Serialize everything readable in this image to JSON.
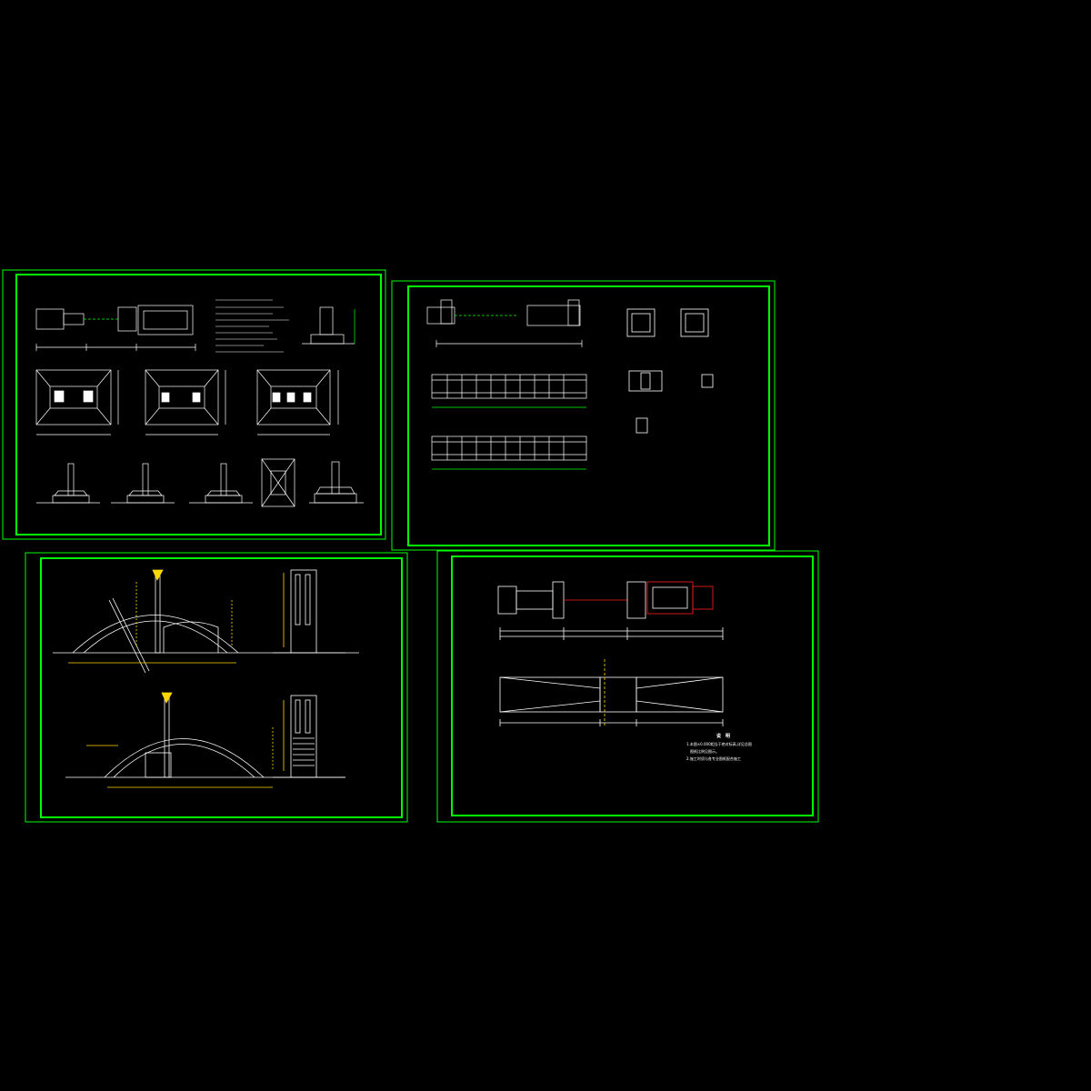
{
  "viewer": {
    "background": "#000000"
  },
  "colors": {
    "frame": "#00ff00",
    "line": "#ffffff",
    "dimension": "#00ff00",
    "elevation": "#ffd700",
    "arc": "#ffffff",
    "marker": "#ff2020",
    "hatch": "#ffffff"
  },
  "sheets": [
    {
      "id": "sheet-foundation",
      "title": ""
    },
    {
      "id": "sheet-reinforcement",
      "title": ""
    },
    {
      "id": "sheet-elevations",
      "title": ""
    },
    {
      "id": "sheet-plan",
      "title": ""
    }
  ],
  "sheet4_notes": {
    "heading": "说　明",
    "line1": "1.本图±0.000相当于绝对标高,详见总图",
    "line2": "　图纸比例见图示。",
    "line3": "2.施工时须与各专业图纸配合施工"
  }
}
